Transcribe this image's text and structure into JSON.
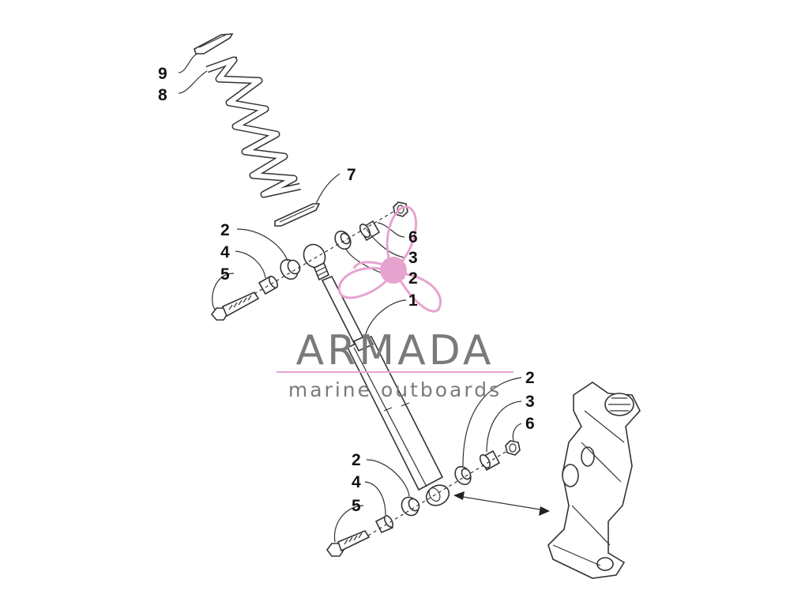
{
  "callouts": [
    {
      "id": "c9-top",
      "label": "9"
    },
    {
      "id": "c8-top",
      "label": "8"
    },
    {
      "id": "c7",
      "label": "7"
    },
    {
      "id": "c2-upper-left",
      "label": "2"
    },
    {
      "id": "c4-upper",
      "label": "4"
    },
    {
      "id": "c5-upper",
      "label": "5"
    },
    {
      "id": "c6-upper",
      "label": "6"
    },
    {
      "id": "c3-upper",
      "label": "3"
    },
    {
      "id": "c2-upper-right",
      "label": "2"
    },
    {
      "id": "c1",
      "label": "1"
    },
    {
      "id": "c2-lower-right",
      "label": "2"
    },
    {
      "id": "c3-lower",
      "label": "3"
    },
    {
      "id": "c6-lower",
      "label": "6"
    },
    {
      "id": "c2-lower-left",
      "label": "2"
    },
    {
      "id": "c4-lower",
      "label": "4"
    },
    {
      "id": "c5-lower",
      "label": "5"
    }
  ],
  "watermark": {
    "title": "ARMADA",
    "subtitle": "marine outboards",
    "accent_color": "#e7a3cf",
    "text_color": "#7a7a7a"
  },
  "colors": {
    "line": "#333333",
    "background": "#ffffff"
  }
}
